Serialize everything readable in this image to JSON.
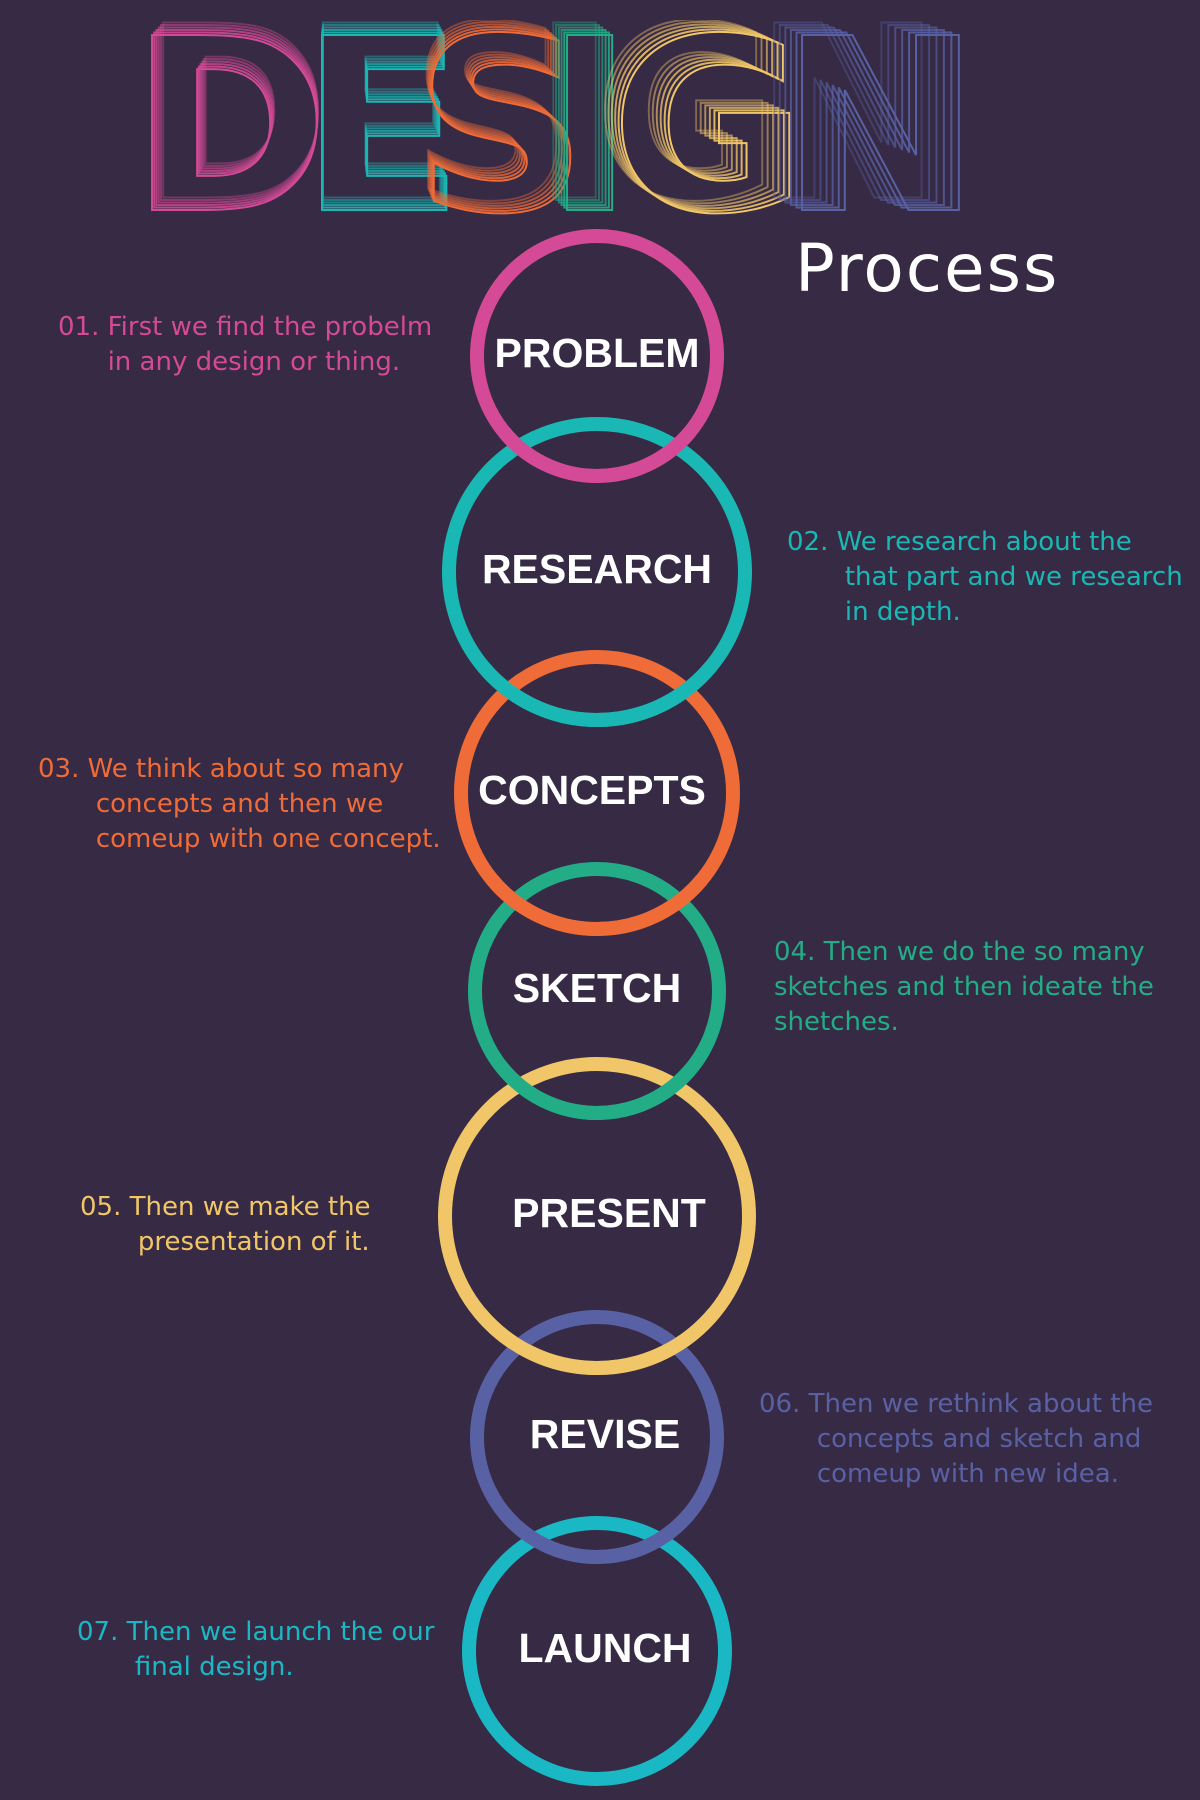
{
  "title": "DESIGN",
  "subtitle": "Process",
  "title_colors": [
    "#d44a96",
    "#1ab8b5",
    "#ef6b37",
    "#23ad86",
    "#f1c668",
    "#5961a5",
    "#1ab8c5"
  ],
  "steps": [
    {
      "label": "PROBLEM",
      "color": "#d44a96",
      "description": "01. First we find the probelm\n      in any design or thing."
    },
    {
      "label": "RESEARCH",
      "color": "#1ab8b5",
      "description": "02. We research about the\n       that part and we research\n       in depth."
    },
    {
      "label": "CONCEPTS",
      "color": "#ef6b37",
      "description": "03. We think about so many\n       concepts and then we\n       comeup with one concept."
    },
    {
      "label": "SKETCH",
      "color": "#23ad86",
      "description": "04. Then we do the so many\nsketches and then ideate the\nshetches."
    },
    {
      "label": "PRESENT",
      "color": "#f1c668",
      "description": "05. Then we make the\n       presentation of it."
    },
    {
      "label": "REVISE",
      "color": "#5961a5",
      "description": "06. Then we rethink about the\n       concepts and sketch and\n       comeup with new idea."
    },
    {
      "label": "LAUNCH",
      "color": "#1ab8c5",
      "description": "07. Then we launch the our\n       final design."
    }
  ]
}
